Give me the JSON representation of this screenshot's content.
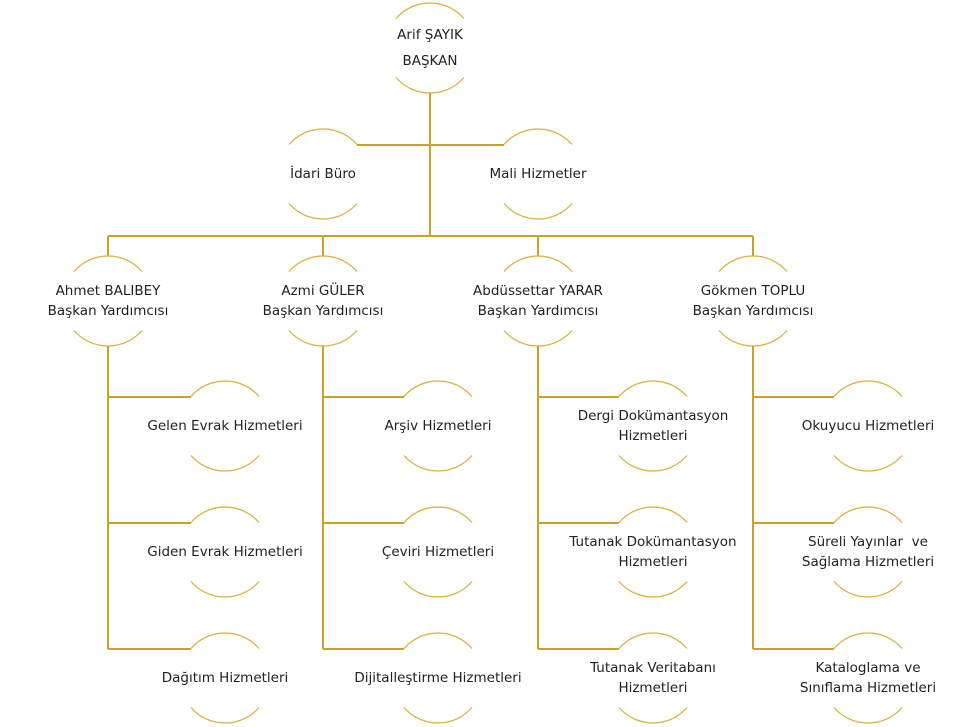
{
  "colors": {
    "line": "#C9A227",
    "arc": "#D9B13B",
    "text": "#222222"
  },
  "president": {
    "name": "Arif ŞAYIK",
    "title": "BAŞKAN"
  },
  "staff": [
    {
      "label": "İdari Büro"
    },
    {
      "label": "Mali Hizmetler"
    }
  ],
  "deputies": [
    {
      "name": "Ahmet BALIBEY",
      "title": "Başkan Yardımcısı",
      "units": [
        [
          "Gelen Evrak Hizmetleri"
        ],
        [
          "Giden Evrak Hizmetleri"
        ],
        [
          "Dağıtım Hizmetleri"
        ]
      ]
    },
    {
      "name": "Azmi GÜLER",
      "title": "Başkan Yardımcısı",
      "units": [
        [
          "Arşiv Hizmetleri"
        ],
        [
          "Çeviri Hizmetleri"
        ],
        [
          "Dijitalleştirme Hizmetleri"
        ]
      ]
    },
    {
      "name": "Abdüssettar YARAR",
      "title": "Başkan Yardımcısı",
      "units": [
        [
          "Dergi Dokümantasyon",
          "Hizmetleri"
        ],
        [
          "Tutanak Dokümantasyon",
          "Hizmetleri"
        ],
        [
          "Tutanak Veritabanı",
          "Hizmetleri"
        ]
      ]
    },
    {
      "name": "Gökmen TOPLU",
      "title": "Başkan Yardımcısı",
      "units": [
        [
          "Okuyucu Hizmetleri"
        ],
        [
          "Süreli Yayınlar  ve",
          "Sağlama Hizmetleri"
        ],
        [
          "Kataloglama ve",
          "Sınıflama Hizmetleri"
        ]
      ]
    }
  ]
}
